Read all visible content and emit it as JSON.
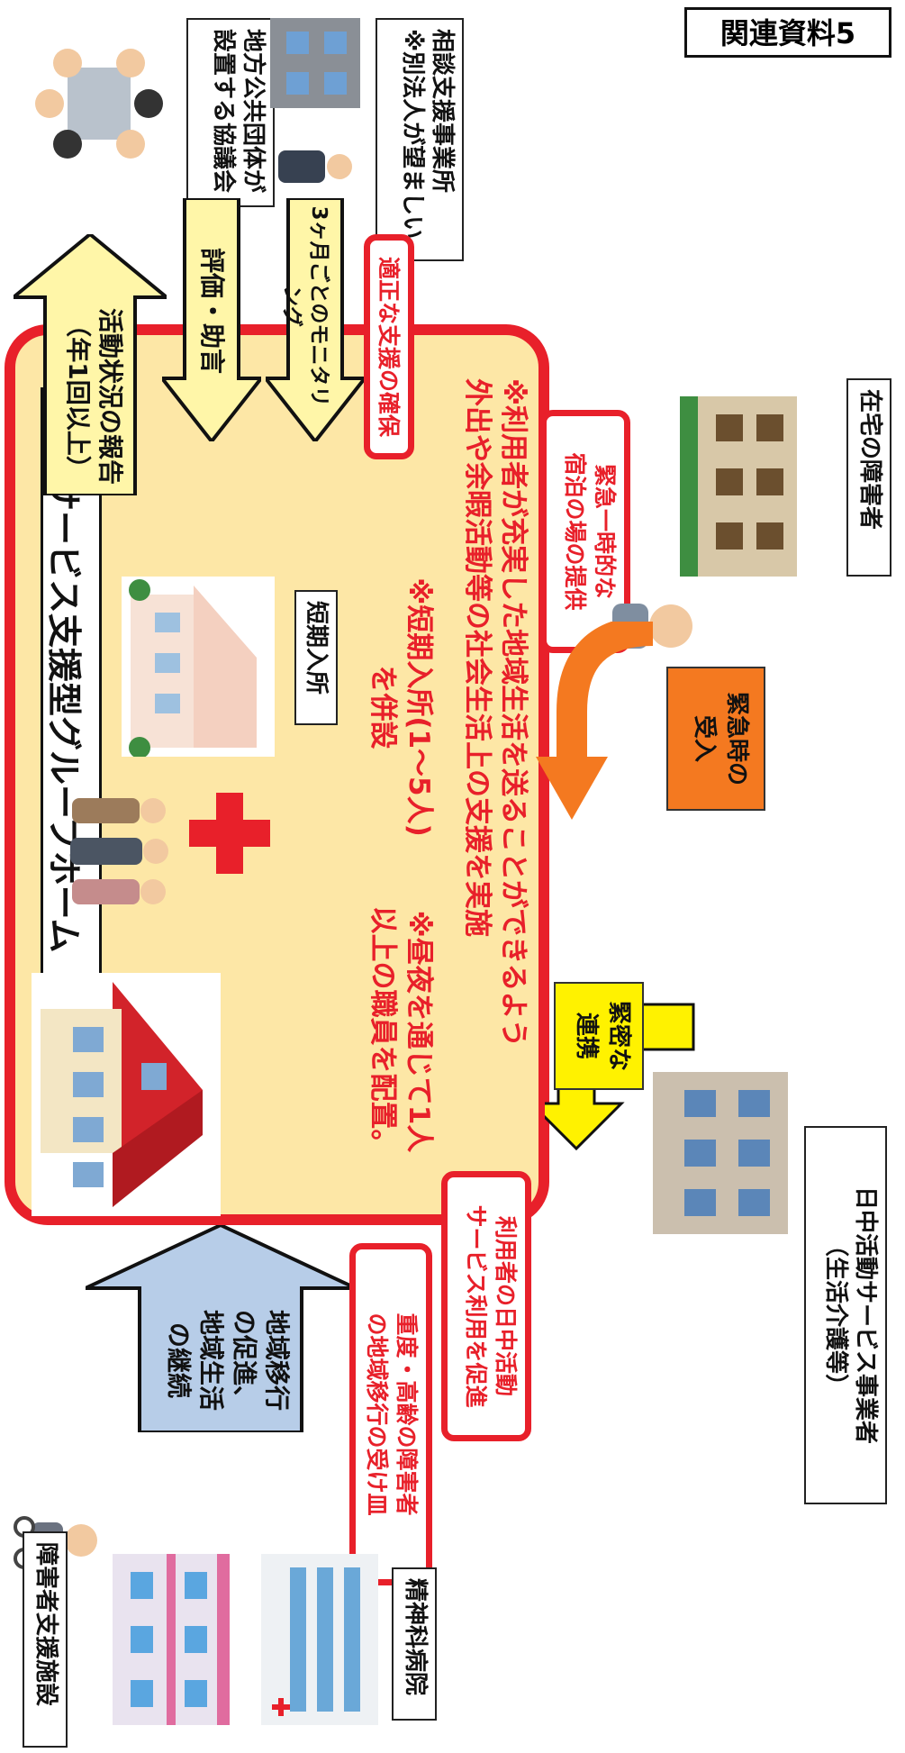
{
  "doc_label": "関連資料5",
  "center": {
    "title": "日中サービス支援型グループホーム",
    "short_stay_label": "短期入所",
    "note1_line1": "※昼夜を通じて1人",
    "note1_line2": "以上の職員を配置。",
    "note2_line1": "※短期入所(1〜5人)",
    "note2_line2": "を併設",
    "note3_line1": "※利用者が充実した地域生活を送ることができるよう",
    "note3_line2": "外出や余暇活動等の社会生活上の支援を実施"
  },
  "top": {
    "council_line1": "地方公共団体が",
    "council_line2": "設置する協議会",
    "consult_line1": "相談支援事業所",
    "consult_line2": "※別法人が望ましい",
    "arrow_report_line1": "活動状況の報告",
    "arrow_report_line2": "（年1回以上）",
    "arrow_eval": "評価・助言",
    "arrow_monitor": "3ヶ月ごとのモニタリング",
    "proper_support": "適正な支援の確保"
  },
  "right": {
    "emergency_stay_line1": "緊急一時的な",
    "emergency_stay_line2": "宿泊の場の提供",
    "home_disabled": "在宅の障害者",
    "emergency_accept_line1": "緊急時の",
    "emergency_accept_line2": "受入",
    "close_link_line1": "緊密な",
    "close_link_line2": "連携",
    "day_service_line1": "日中活動サービス事業者",
    "day_service_line2": "（生活介護等）",
    "promote_line1": "利用者の日中活動",
    "promote_line2": "サービス利用を促進"
  },
  "bottom": {
    "facility": "障害者支援施設",
    "hospital": "精神科病院",
    "arrow_line1": "地域移行",
    "arrow_line2": "の促進、",
    "arrow_line3": "地域生活",
    "arrow_line4": "の継続",
    "receiver_line1": "重度・高齢の障害者",
    "receiver_line2": "の地域移行の受け皿"
  },
  "colors": {
    "red": "#e8202a",
    "cream": "#fde7a6",
    "arrow_yellow": "#fff6a8",
    "link_yellow": "#fff200",
    "orange": "#f47920",
    "blue_arrow": "#b7cde8"
  }
}
